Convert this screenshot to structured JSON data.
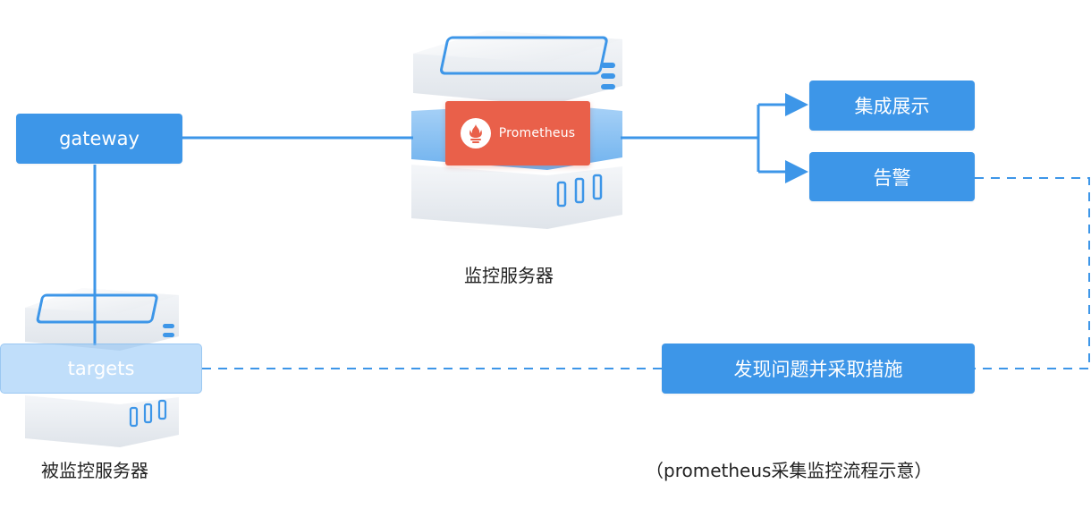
{
  "nodes": {
    "gateway": "gateway",
    "display": "集成展示",
    "alert": "告警",
    "action": "发现问题并采取措施",
    "targets": "targets",
    "prometheus_badge": "Prometheus"
  },
  "captions": {
    "monitor_server": "监控服务器",
    "monitored_server": "被监控服务器",
    "figure_note": "（prometheus采集监控流程示意）"
  },
  "colors": {
    "node_blue": "#3d96e8",
    "line_blue": "#3d96e8",
    "prometheus_orange": "#e9604a"
  },
  "icons": [
    "server-icon",
    "prometheus-logo-icon",
    "arrow-right-icon"
  ]
}
